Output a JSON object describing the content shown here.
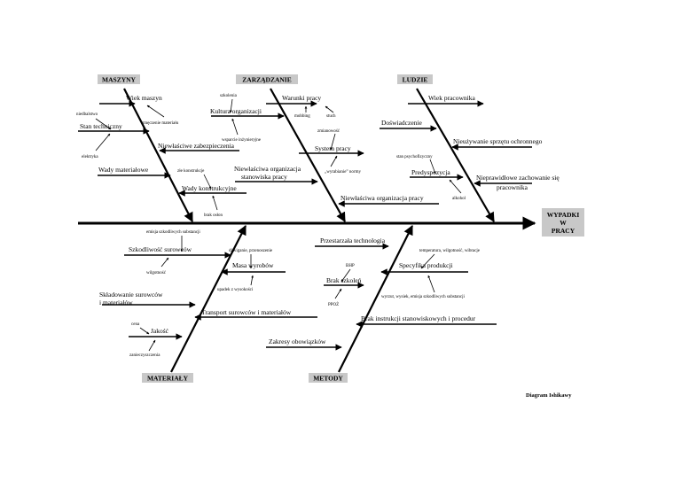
{
  "effect": {
    "lines": [
      "WYPADKI",
      "W",
      "PRACY"
    ]
  },
  "caption": "Diagram Ishikawy",
  "categories": {
    "maszyny": {
      "label": "MASZYNY",
      "causes": {
        "wiek_maszyn": "Wiek maszyn",
        "zmeczenie_materialu": "zmęczenie materiału",
        "niedbalstwo": "niedbalstwo",
        "stan_techniczny": "Stan techniczny",
        "elektryka": "elektryka",
        "zabezpieczenia": "Niewłaściwe zabezpieczenia",
        "wady_materialowe": "Wady materiałowe",
        "zle_konstrukcje": "złe konstrukcje",
        "wady_konstrukcyjne": "Wady konstrukcyjne",
        "brak_osłon": "brak osłon"
      }
    },
    "zarzadzanie": {
      "label": "ZARZĄDZANIE",
      "causes": {
        "szkolenia": "szkolenia",
        "kultura": "Kultura organizacji",
        "wsparcie": "wsparcie inżynieryjne",
        "warunki_pracy": "Warunki pracy",
        "mobbing": "mobbing",
        "stuch": "stuch",
        "zmianowosc": "zmianowość",
        "system_pracy": "System pracy",
        "wyrabianie_normy": "„wyrabianie” normy",
        "organizacja_stanowiska": [
          "Niewłaściwa organizacja",
          "stanowiska pracy"
        ],
        "organizacja_pracy": "Niewłaściwa organizacja pracy"
      }
    },
    "ludzie": {
      "label": "LUDZIE",
      "causes": {
        "wiek_pracownika": "Wiek pracownika",
        "doswiadczenie": "Doświadczenie",
        "sprzet_ochronny": "Nieużywanie sprzętu ochronnego",
        "stan_psychofizyczny": "stan psychofizyczny",
        "predyspozycja": "Predyspozycja",
        "zachowanie": [
          "Nieprawidłowe zachowanie się",
          "pracownika"
        ],
        "alkohol": "alkohol"
      }
    },
    "materialy": {
      "label": "MATERIAŁY",
      "causes": {
        "emisja": "emisja szkodliwych substancji",
        "szkodliwosc": "Szkodliwość surowców",
        "wilgotnosc": "wilgotność",
        "dzwiganie": "dźwiganie, przenoszenie",
        "masa": "Masa wyrobów",
        "upadek": "upadek z wysokości",
        "skladowanie": [
          "Składowanie surowców",
          "i materiałów"
        ],
        "transport": "Transport surowców i materiałów",
        "cena": "cena",
        "jakosc": "Jakość",
        "zanieczyszczenia": "zanieczyszczenia"
      }
    },
    "metody": {
      "label": "METODY",
      "causes": {
        "przestarzala": "Przestarzała technologia",
        "temperatura": "temperatura, wilgotność, wibracje",
        "bhp": "BHP",
        "specyfika": "Specyfika produkcji",
        "brak_szkolen": "Brak szkoleń",
        "wyrzut": "wyrzut, wysiek, emisja szkodliwych substancji",
        "ppoz": "PPOŻ",
        "instrukcje": "Brak instrukcji stanowiskowych i procedur",
        "zakresy": "Zakresy obowiązków"
      }
    }
  }
}
